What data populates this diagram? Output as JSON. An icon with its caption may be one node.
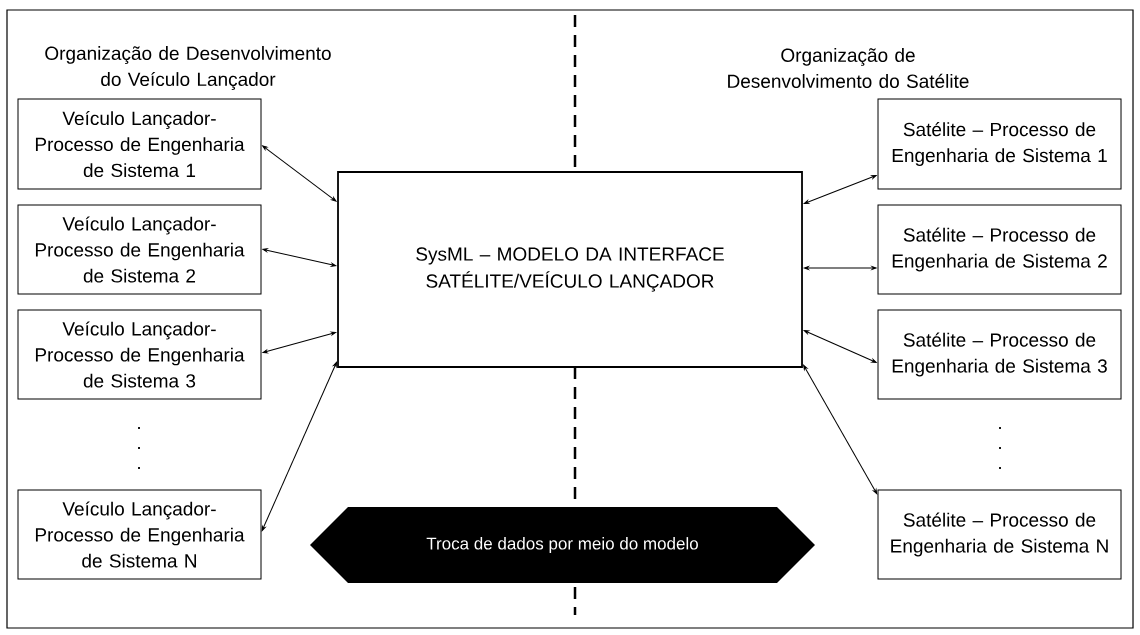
{
  "diagram": {
    "nodes": [
      {
        "text": [
          "SysML – MODELO DA INTERFACE SATÉLITE/VEÍCULO LANÇADOR"
        ]
      },
      {
        "text": [
          "Veículo Lançador- Processo de Engenharia de Sistema 1"
        ]
      },
      {
        "text": [
          "Veículo Lançador- Processo de Engenharia de Sistema 2"
        ]
      },
      {
        "text": [
          "Veículo Lançador- Processo de Engenharia de Sistema 3"
        ]
      },
      {
        "text": [
          "Veículo Lançador- Processo de Engenharia de Sistema N"
        ]
      },
      {
        "text": [
          "Satélite – Processo de Engenharia de Sistema 1"
        ]
      },
      {
        "text": [
          "Satélite – Processo de Engenharia de Sistema 2"
        ]
      },
      {
        "text": [
          "Satélite – Processo de Engenharia de Sistema 3"
        ]
      },
      {
        "text": [
          "Satélite – Processo de Engenharia de Sistema N"
        ]
      },
      {
        "text": [
          "Troca de dados por meio do modelo"
        ]
      }
    ],
    "edges": [
      {
        "from": 1,
        "to": 0,
        "arrow": "both"
      },
      {
        "from": 2,
        "to": 0,
        "arrow": "both"
      },
      {
        "from": 3,
        "to": 0,
        "arrow": "both"
      },
      {
        "from": 4,
        "to": 0,
        "arrow": "both"
      },
      {
        "from": 0,
        "to": 5,
        "arrow": "both"
      },
      {
        "from": 0,
        "to": 6,
        "arrow": "both"
      },
      {
        "from": 0,
        "to": 7,
        "arrow": "both"
      },
      {
        "from": 0,
        "to": 8,
        "arrow": "both"
      }
    ],
    "labels": [
      "Organização de Desenvolvimento do Veículo Lançador",
      "Organização de Desenvolvimento do Satélite",
      ".",
      ".",
      ".",
      ".",
      ".",
      "."
    ]
  }
}
